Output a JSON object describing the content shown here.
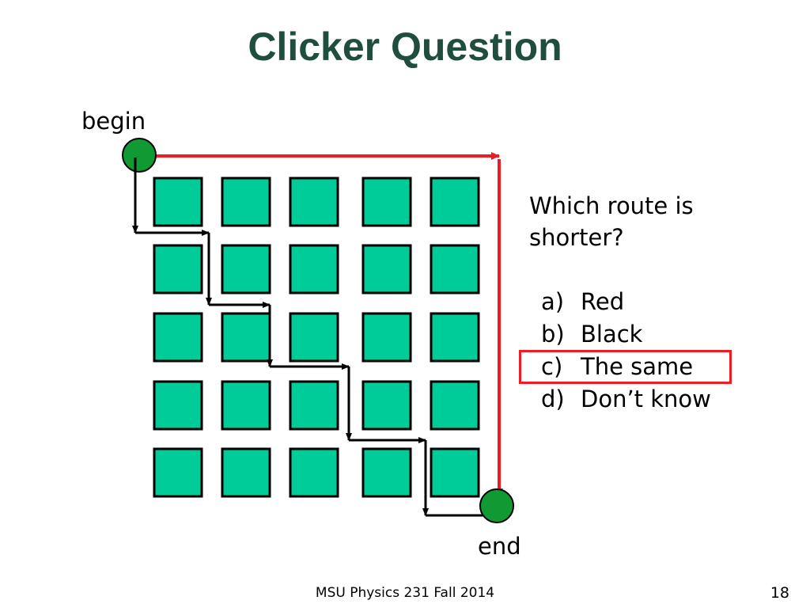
{
  "title": "Clicker Question",
  "labels": {
    "begin": "begin",
    "end": "end"
  },
  "question": "Which route is shorter?",
  "options": [
    {
      "letter": "a)",
      "text": "Red"
    },
    {
      "letter": "b)",
      "text": "Black"
    },
    {
      "letter": "c)",
      "text": "The same"
    },
    {
      "letter": "d)",
      "text": "Don’t know"
    }
  ],
  "highlighted_option": 2,
  "grid": {
    "rows": 5,
    "cols": 5
  },
  "colors": {
    "block": "#00cc99",
    "block_border": "#000000",
    "red_route": "#ee1c24",
    "black_route": "#000000",
    "node": "#119933",
    "highlight": "#ee1c24",
    "title": "#1f4e3d"
  },
  "footer": "MSU Physics 231 Fall 2014",
  "page_number": "18"
}
